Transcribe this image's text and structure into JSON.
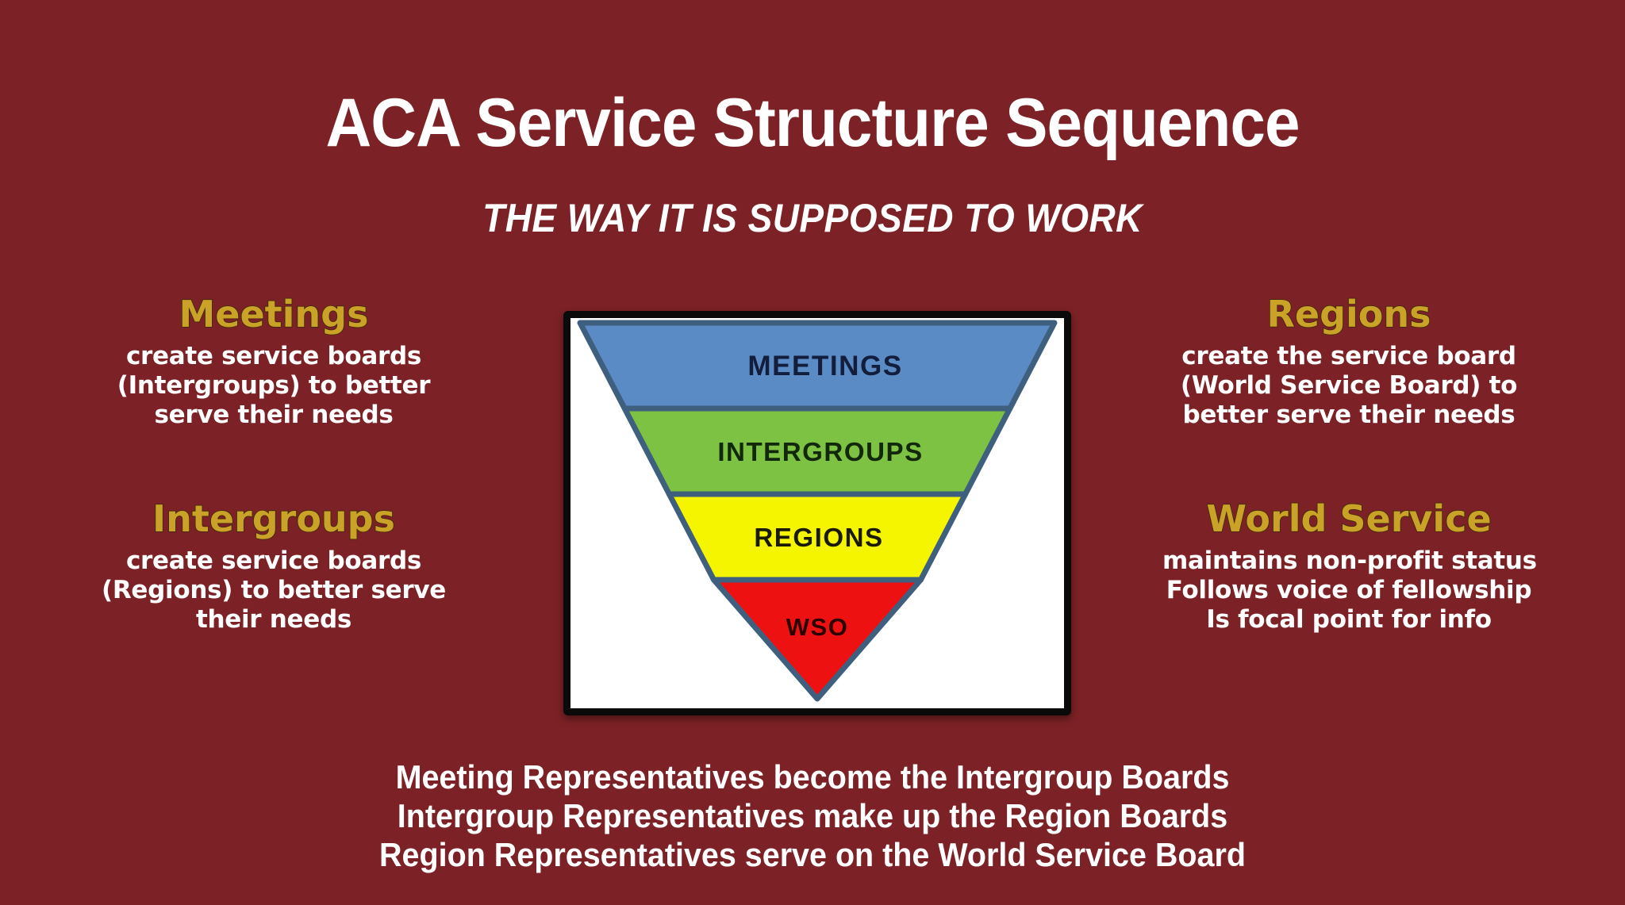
{
  "colors": {
    "background": "#7C2226",
    "heading_gold": "#C9A227",
    "heading_outline": "#3A2708",
    "body_white": "#FFFFFF",
    "frame_black": "#0A0A0A",
    "canvas_white": "#FFFFFF",
    "tier_meetings": "#5B8BC4",
    "tier_intergroups": "#7DC242",
    "tier_regions": "#F5F500",
    "tier_wso": "#EE1111",
    "tier_border": "#3F5F7F",
    "tier_label_dark": "#121E3C"
  },
  "header": {
    "title": "ACA Service Structure Sequence",
    "subtitle": "THE WAY IT IS SUPPOSED TO WORK"
  },
  "columns": {
    "left": [
      {
        "heading": "Meetings",
        "lines": [
          "create service boards",
          "(Intergroups) to better",
          "serve their needs"
        ]
      },
      {
        "heading": "Intergroups",
        "lines": [
          "create service boards",
          "(Regions) to better serve",
          "their needs"
        ]
      }
    ],
    "right": [
      {
        "heading": "Regions",
        "lines": [
          "create the service board",
          "(World Service Board) to",
          "better serve their needs"
        ]
      },
      {
        "heading": "World Service",
        "lines": [
          "maintains non-profit status",
          "Follows voice of fellowship",
          "Is focal point for info"
        ]
      }
    ]
  },
  "diagram": {
    "name": "inverted-pyramid",
    "tiers": [
      {
        "label": "MEETINGS",
        "color": "#5B8BC4",
        "text_color": "#121E3C"
      },
      {
        "label": "INTERGROUPS",
        "color": "#7DC242",
        "text_color": "#12280A"
      },
      {
        "label": "REGIONS",
        "color": "#F5F500",
        "text_color": "#1A1A00"
      },
      {
        "label": "WSO",
        "color": "#EE1111",
        "text_color": "#2A0000"
      }
    ]
  },
  "footer": {
    "lines": [
      "Meeting Representatives become the Intergroup Boards",
      "Intergroup Representatives make up the Region Boards",
      "Region Representatives serve on the World Service Board"
    ]
  }
}
